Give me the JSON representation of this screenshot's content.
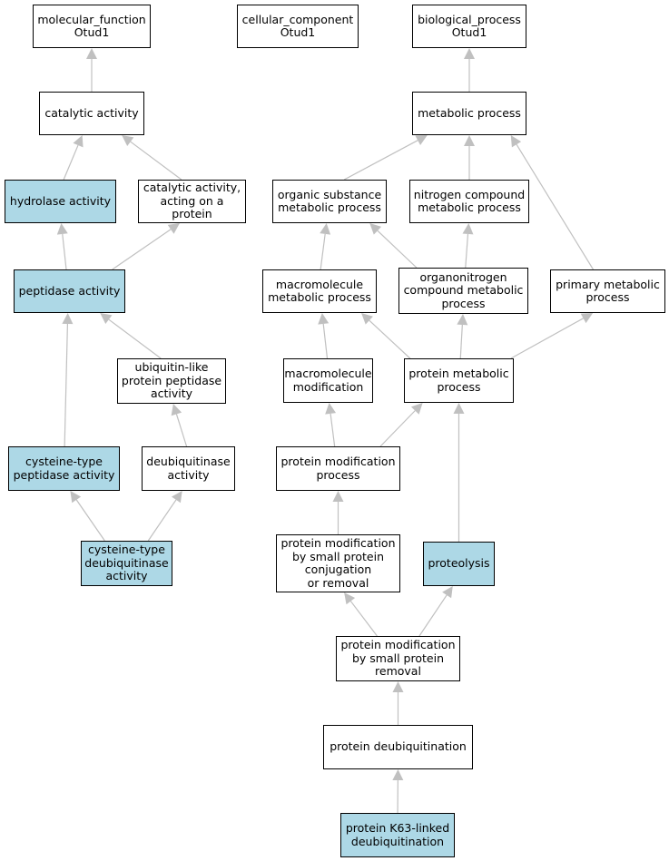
{
  "colors": {
    "highlight": "#add8e6",
    "edge": "#c0c0c0",
    "node_border": "#000000",
    "background": "#ffffff"
  },
  "nodes": [
    {
      "id": "mf_root",
      "label": "molecular_function\nOtud1",
      "highlighted": false
    },
    {
      "id": "cc_root",
      "label": "cellular_component\nOtud1",
      "highlighted": false
    },
    {
      "id": "bp_root",
      "label": "biological_process\nOtud1",
      "highlighted": false
    },
    {
      "id": "catalytic_activity",
      "label": "catalytic activity",
      "highlighted": false
    },
    {
      "id": "hydrolase_activity",
      "label": "hydrolase activity",
      "highlighted": true
    },
    {
      "id": "catalytic_on_protein",
      "label": "catalytic activity,\nacting on a\nprotein",
      "highlighted": false
    },
    {
      "id": "peptidase_activity",
      "label": "peptidase activity",
      "highlighted": true
    },
    {
      "id": "ubl_peptidase",
      "label": "ubiquitin-like\nprotein peptidase\nactivity",
      "highlighted": false
    },
    {
      "id": "cysteine_peptidase",
      "label": "cysteine-type\npeptidase activity",
      "highlighted": true
    },
    {
      "id": "deubiquitinase",
      "label": "deubiquitinase\nactivity",
      "highlighted": false
    },
    {
      "id": "cysteine_dub",
      "label": "cysteine-type\ndeubiquitinase\nactivity",
      "highlighted": true
    },
    {
      "id": "metabolic_process",
      "label": "metabolic process",
      "highlighted": false
    },
    {
      "id": "organic_substance",
      "label": "organic substance\nmetabolic process",
      "highlighted": false
    },
    {
      "id": "nitrogen_compound",
      "label": "nitrogen compound\nmetabolic process",
      "highlighted": false
    },
    {
      "id": "macromolecule_metabolic",
      "label": "macromolecule\nmetabolic process",
      "highlighted": false
    },
    {
      "id": "organonitrogen",
      "label": "organonitrogen\ncompound metabolic\nprocess",
      "highlighted": false
    },
    {
      "id": "primary_metabolic",
      "label": "primary metabolic\nprocess",
      "highlighted": false
    },
    {
      "id": "macromolecule_modification",
      "label": "macromolecule\nmodification",
      "highlighted": false
    },
    {
      "id": "protein_metabolic",
      "label": "protein metabolic\nprocess",
      "highlighted": false
    },
    {
      "id": "protein_modification",
      "label": "protein modification\nprocess",
      "highlighted": false
    },
    {
      "id": "pm_conjugation",
      "label": "protein modification\nby small protein\nconjugation\nor removal",
      "highlighted": false
    },
    {
      "id": "proteolysis",
      "label": "proteolysis",
      "highlighted": true
    },
    {
      "id": "pm_removal",
      "label": "protein modification\nby small protein\nremoval",
      "highlighted": false
    },
    {
      "id": "protein_deubiquitination",
      "label": "protein deubiquitination",
      "highlighted": false
    },
    {
      "id": "k63_deubiquitination",
      "label": "protein K63-linked\ndeubiquitination",
      "highlighted": true
    }
  ],
  "edges": [
    {
      "from": "catalytic_activity",
      "to": "mf_root"
    },
    {
      "from": "hydrolase_activity",
      "to": "catalytic_activity"
    },
    {
      "from": "catalytic_on_protein",
      "to": "catalytic_activity"
    },
    {
      "from": "peptidase_activity",
      "to": "hydrolase_activity"
    },
    {
      "from": "peptidase_activity",
      "to": "catalytic_on_protein"
    },
    {
      "from": "ubl_peptidase",
      "to": "peptidase_activity"
    },
    {
      "from": "cysteine_peptidase",
      "to": "peptidase_activity"
    },
    {
      "from": "deubiquitinase",
      "to": "ubl_peptidase"
    },
    {
      "from": "cysteine_dub",
      "to": "cysteine_peptidase"
    },
    {
      "from": "cysteine_dub",
      "to": "deubiquitinase"
    },
    {
      "from": "metabolic_process",
      "to": "bp_root"
    },
    {
      "from": "organic_substance",
      "to": "metabolic_process"
    },
    {
      "from": "nitrogen_compound",
      "to": "metabolic_process"
    },
    {
      "from": "primary_metabolic",
      "to": "metabolic_process"
    },
    {
      "from": "macromolecule_metabolic",
      "to": "organic_substance"
    },
    {
      "from": "organonitrogen",
      "to": "organic_substance"
    },
    {
      "from": "organonitrogen",
      "to": "nitrogen_compound"
    },
    {
      "from": "macromolecule_modification",
      "to": "macromolecule_metabolic"
    },
    {
      "from": "protein_metabolic",
      "to": "macromolecule_metabolic"
    },
    {
      "from": "protein_metabolic",
      "to": "organonitrogen"
    },
    {
      "from": "protein_metabolic",
      "to": "primary_metabolic"
    },
    {
      "from": "protein_modification",
      "to": "macromolecule_modification"
    },
    {
      "from": "protein_modification",
      "to": "protein_metabolic"
    },
    {
      "from": "pm_conjugation",
      "to": "protein_modification"
    },
    {
      "from": "proteolysis",
      "to": "protein_metabolic"
    },
    {
      "from": "pm_removal",
      "to": "pm_conjugation"
    },
    {
      "from": "pm_removal",
      "to": "proteolysis"
    },
    {
      "from": "protein_deubiquitination",
      "to": "pm_removal"
    },
    {
      "from": "k63_deubiquitination",
      "to": "protein_deubiquitination"
    }
  ]
}
